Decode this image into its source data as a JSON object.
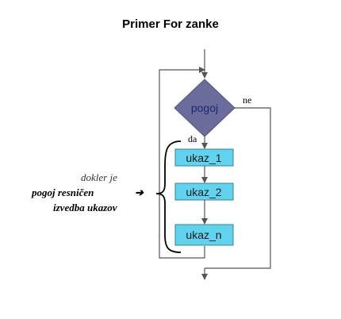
{
  "title": "Primer For zanke",
  "diagram": {
    "condition": "pogoj",
    "branch_yes": "da",
    "branch_no": "ne",
    "statements": [
      "ukaz_1",
      "ukaz_2",
      "ukaz_n"
    ],
    "note_line1": "dokler je",
    "note_line2": "pogoj resničen",
    "note_line3": "izvedba ukazov",
    "note_arrow": "➔",
    "colors": {
      "diamond_fill": "#6b6b9c",
      "box_fill": "#61d3ee",
      "line": "#555555"
    }
  }
}
